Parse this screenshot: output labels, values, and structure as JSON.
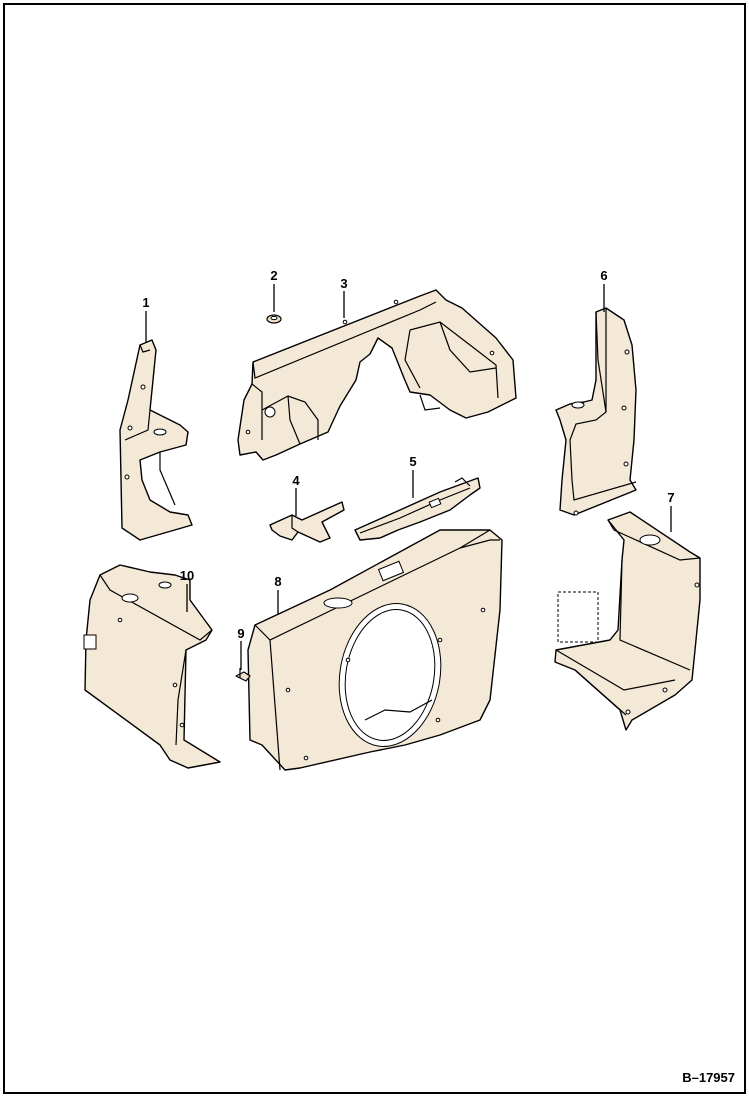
{
  "drawing_ref": "B–17957",
  "callouts": {
    "c1": "1",
    "c2": "2",
    "c3": "3",
    "c4": "4",
    "c5": "5",
    "c6": "6",
    "c7": "7",
    "c8": "8",
    "c9": "9",
    "c10": "10"
  }
}
